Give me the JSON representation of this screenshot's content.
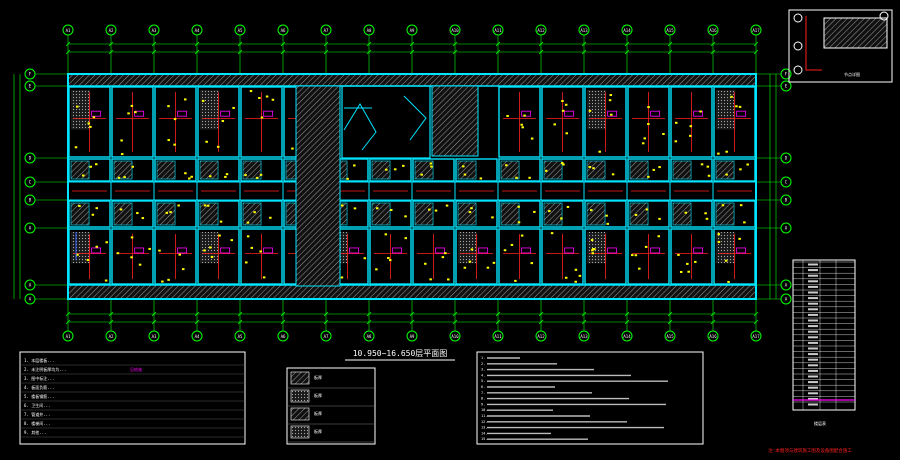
{
  "drawing": {
    "title": "10.950~16.650层平面图",
    "columns_top": [
      "A1",
      "A2",
      "A3",
      "A4",
      "A5",
      "A6",
      "A7",
      "A8",
      "A9",
      "A10",
      "A11",
      "A12",
      "A13",
      "A14",
      "A15",
      "A16",
      "A17"
    ],
    "rows_left": [
      "F",
      "E",
      "D",
      "C",
      "B",
      "A",
      "A",
      "A"
    ],
    "colors": {
      "background": "#000000",
      "wall": "#00e5ff",
      "grid": "#00ff00",
      "hatch": "#c0c0c0",
      "red": "#ff2020",
      "yellow": "#ffff00",
      "magenta": "#ff00ff",
      "white": "#ffffff",
      "blue": "#3060ff"
    }
  },
  "notes_left": {
    "lines": [
      "1. 本层楼板...",
      "2. 未注明板厚均为...",
      "3. 图中标注...",
      "4. 板面负筋...",
      "5. 楼板钢筋...",
      "6. 卫生间...",
      "7. 管道井...",
      "8. 楼梯间...",
      "9. 其他..."
    ],
    "highlight": "见结施"
  },
  "legend_middle": {
    "rows": [
      "板厚",
      "板厚",
      "板厚",
      "板厚"
    ]
  },
  "notes_right": {
    "lines": [
      "1.",
      "2.",
      "3.",
      "4.",
      "5.",
      "6.",
      "7.",
      "8.",
      "9.",
      "10.",
      "11.",
      "12.",
      "13.",
      "14.",
      "15."
    ],
    "footer": "注:本图须与建筑施工图及设备图配合施工"
  },
  "detail_box": {
    "label": "节点详图"
  },
  "schedule_table": {
    "caption": "楼层表"
  }
}
